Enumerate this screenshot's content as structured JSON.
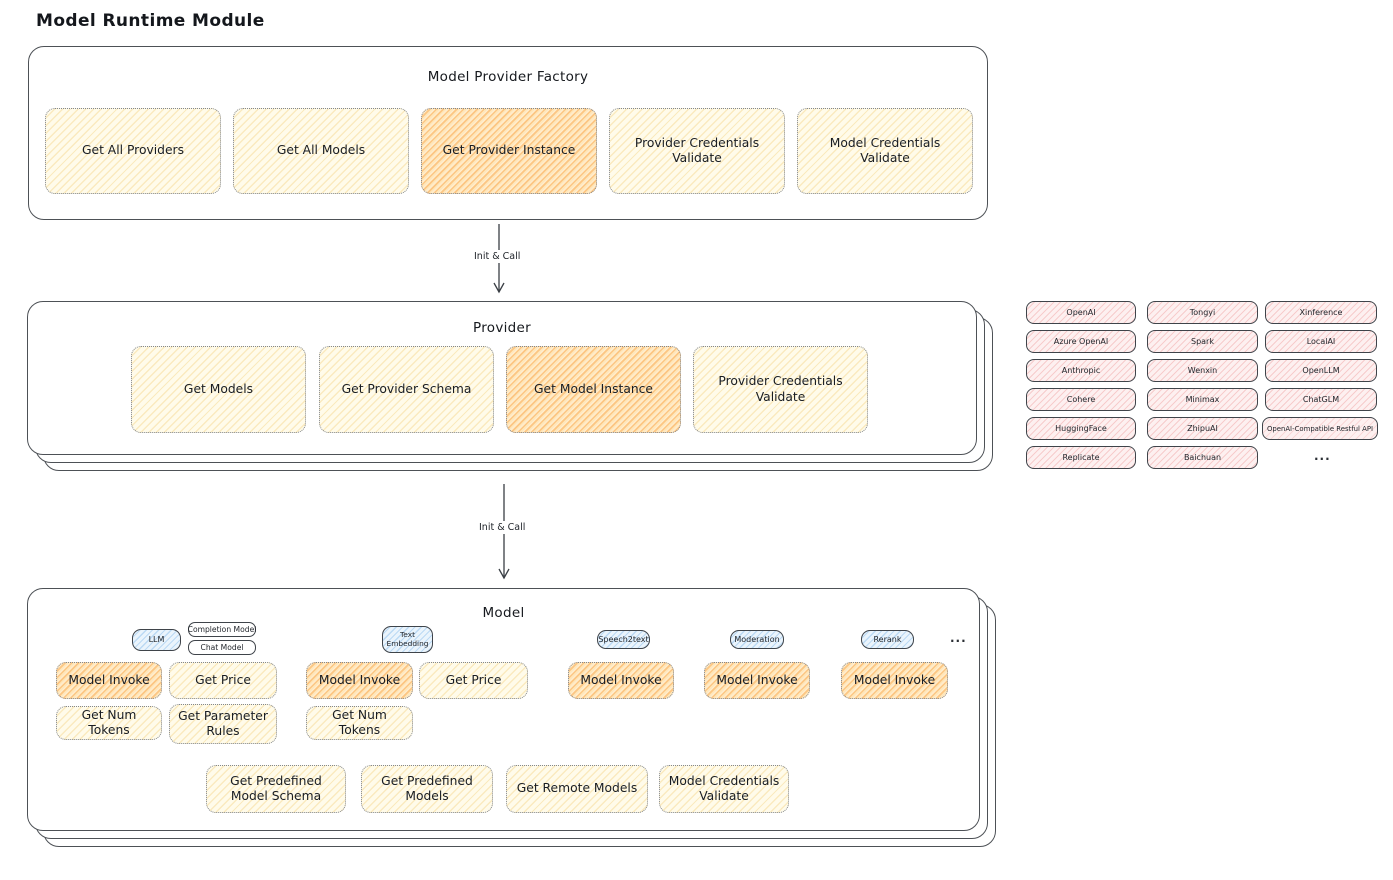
{
  "title": "Model Runtime Module",
  "colors": {
    "action_fill": "#fffbea",
    "action_highlight_fill": "#ffeccb",
    "provider_chip_fill": "#fdf0f0",
    "model_type_tab_fill": "#eaf4fc",
    "stroke": "#4d5156"
  },
  "factory": {
    "title": "Model Provider Factory",
    "items": [
      {
        "label": "Get All Providers",
        "highlighted": false
      },
      {
        "label": "Get All Models",
        "highlighted": false
      },
      {
        "label": "Get Provider Instance",
        "highlighted": true
      },
      {
        "label": "Provider Credentials Validate",
        "highlighted": false
      },
      {
        "label": "Model Credentials Validate",
        "highlighted": false
      }
    ]
  },
  "arrow1": {
    "label": "Init & Call"
  },
  "provider": {
    "title": "Provider",
    "items": [
      {
        "label": "Get Models",
        "highlighted": false
      },
      {
        "label": "Get Provider Schema",
        "highlighted": false
      },
      {
        "label": "Get Model Instance",
        "highlighted": true
      },
      {
        "label": "Provider Credentials Validate",
        "highlighted": false
      }
    ]
  },
  "provider_list": {
    "col1": [
      "OpenAI",
      "Azure OpenAI",
      "Anthropic",
      "Cohere",
      "HuggingFace",
      "Replicate"
    ],
    "col2": [
      "Tongyi",
      "Spark",
      "Wenxin",
      "Minimax",
      "ZhipuAI",
      "Baichuan"
    ],
    "col3": [
      "Xinference",
      "LocalAI",
      "OpenLLM",
      "ChatGLM",
      "OpenAI-Compatible Restful API"
    ],
    "more": "..."
  },
  "arrow2": {
    "label": "Init & Call"
  },
  "model": {
    "title": "Model",
    "tabs": {
      "llm": "LLM",
      "completion_model": "Completion Model",
      "chat_model": "Chat Model",
      "text_embedding": "Text Embedding",
      "speech2text": "Speech2text",
      "moderation": "Moderation",
      "rerank": "Rerank",
      "more": "..."
    },
    "llm_actions": [
      {
        "label": "Model Invoke",
        "highlighted": true
      },
      {
        "label": "Get Price",
        "highlighted": false
      },
      {
        "label": "Get Num Tokens",
        "highlighted": false
      },
      {
        "label": "Get Parameter Rules",
        "highlighted": false
      }
    ],
    "text_embedding_actions": [
      {
        "label": "Model Invoke",
        "highlighted": true
      },
      {
        "label": "Get Price",
        "highlighted": false
      },
      {
        "label": "Get Num Tokens",
        "highlighted": false
      }
    ],
    "speech2text_actions": [
      {
        "label": "Model Invoke",
        "highlighted": true
      }
    ],
    "moderation_actions": [
      {
        "label": "Model Invoke",
        "highlighted": true
      }
    ],
    "rerank_actions": [
      {
        "label": "Model Invoke",
        "highlighted": true
      }
    ],
    "common_actions": [
      {
        "label": "Get Predefined Model Schema"
      },
      {
        "label": "Get Predefined Models"
      },
      {
        "label": "Get Remote Models"
      },
      {
        "label": "Model Credentials Validate"
      }
    ]
  }
}
